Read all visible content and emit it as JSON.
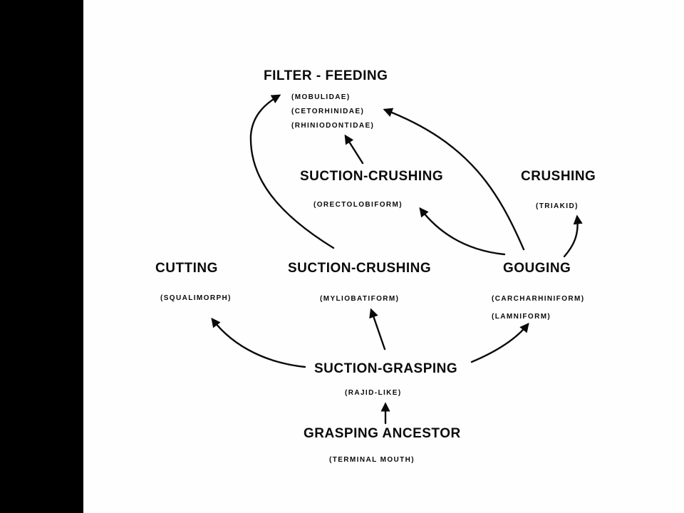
{
  "diagram": {
    "filter_feeding": {
      "title": "FILTER - FEEDING",
      "examples": [
        "(MOBULIDAE)",
        "(CETORHINIDAE)",
        "(RHINIODONTIDAE)"
      ]
    },
    "suction_crushing_orectolobiform": {
      "title": "SUCTION-CRUSHING",
      "example": "(ORECTOLOBIFORM)"
    },
    "crushing": {
      "title": "CRUSHING",
      "example": "(TRIAKID)"
    },
    "cutting": {
      "title": "CUTTING",
      "example": "(SQUALIMORPH)"
    },
    "suction_crushing_myliobatiform": {
      "title": "SUCTION-CRUSHING",
      "example": "(MYLIOBATIFORM)"
    },
    "gouging": {
      "title": "GOUGING",
      "examples": [
        "(CARCHARHINIFORM)",
        "(LAMNIFORM)"
      ]
    },
    "suction_grasping": {
      "title": "SUCTION-GRASPING",
      "example": "(RAJID-LIKE)"
    },
    "grasping_ancestor": {
      "title": "GRASPING  ANCESTOR",
      "example": "(TERMINAL  MOUTH)"
    }
  },
  "colors": {
    "ink": "#0a0a0a",
    "paper": "#fefefe",
    "background": "#000000"
  }
}
